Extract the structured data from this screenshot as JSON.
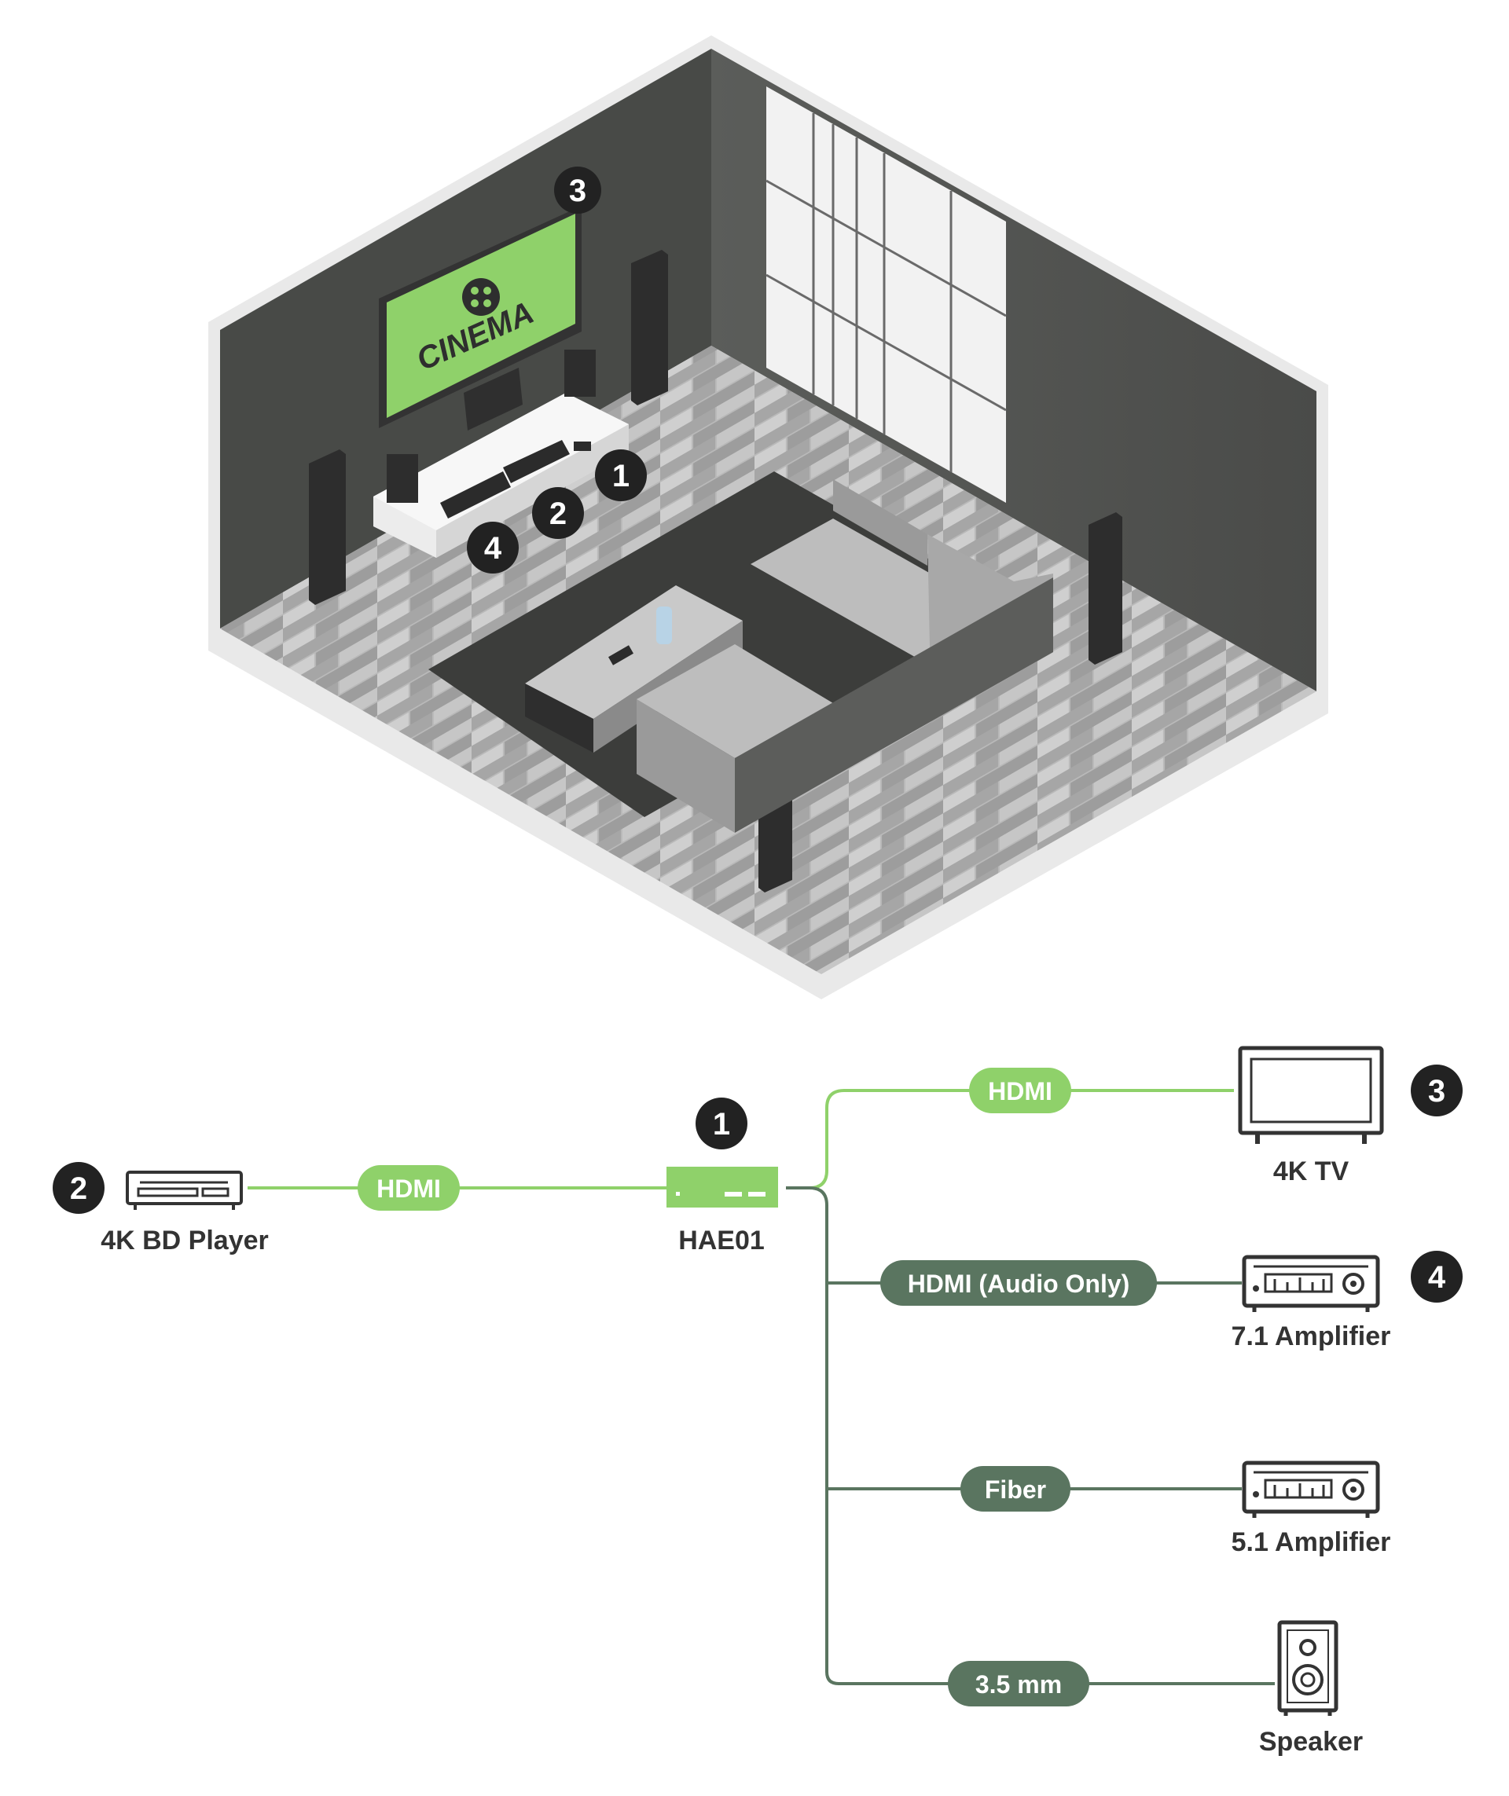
{
  "scene": {
    "screen_text": "CINEMA",
    "badges": {
      "receiver": "1",
      "player": "2",
      "tv": "3",
      "amplifier": "4"
    }
  },
  "diagram": {
    "source": {
      "label": "4K BD Player",
      "badge": "2",
      "cable": "HDMI"
    },
    "hub": {
      "label": "HAE01",
      "badge": "1"
    },
    "outputs": [
      {
        "label": "4K TV",
        "cable": "HDMI",
        "badge": "3"
      },
      {
        "label": "7.1 Amplifier",
        "cable": "HDMI (Audio Only)",
        "badge": "4"
      },
      {
        "label": "5.1 Amplifier",
        "cable": "Fiber"
      },
      {
        "label": "Speaker",
        "cable": "3.5 mm"
      }
    ]
  },
  "colors": {
    "video_green": "#8fd16a",
    "audio_green": "#5a7560",
    "badge_black": "#222222",
    "wall_dark": "#4b4d4a",
    "floor_light": "#b5b5b5",
    "label_gray": "#333333"
  },
  "icons": [
    "bd-player-icon",
    "hae01-device-icon",
    "tv-icon",
    "amplifier-icon",
    "speaker-icon"
  ]
}
